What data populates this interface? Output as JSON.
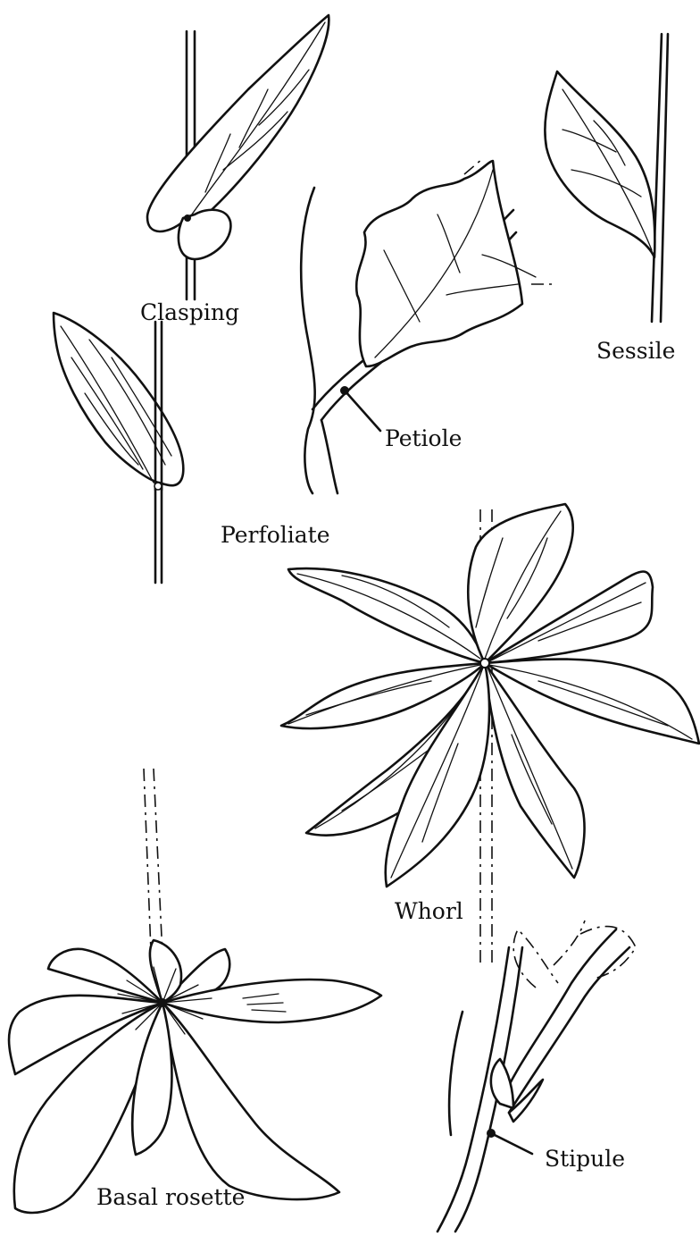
{
  "labels": {
    "clasping": "Clasping",
    "sessile": "Sessile",
    "petiole": "Petiole",
    "perfoliate": "Perfoliate",
    "whorl": "Whorl",
    "basal_rosette": "Basal rosette",
    "stipule": "Stipule"
  }
}
